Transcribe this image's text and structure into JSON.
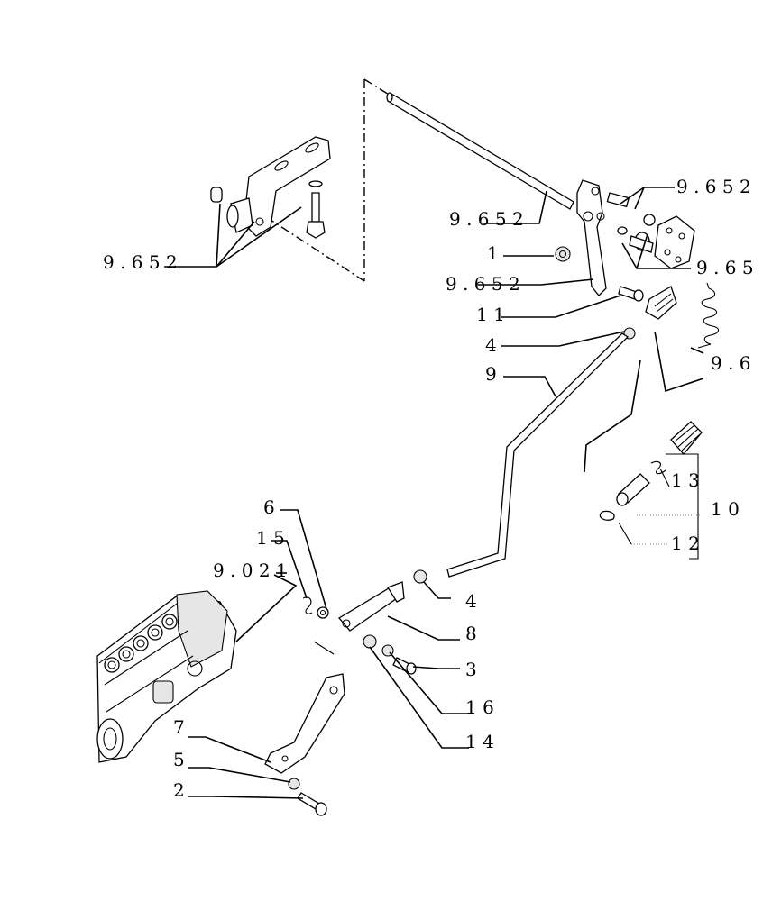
{
  "callouts": {
    "ref_9652_left": "9 . 6 5 2",
    "ref_9652_rod": "9 . 6 5 2",
    "ref_9652_top_right": "9 . 6 5 2",
    "ref_965_right": "9 . 6 5",
    "ref_9652_arm": "9 . 6 5 2",
    "ref_96_spring": "9 . 6",
    "ref_9021": "9 . 0 2 1",
    "p1": "1",
    "p11": "1 1",
    "p4_top": "4",
    "p9": "9",
    "p13": "1 3",
    "p10": "1 0",
    "p12": "1 2",
    "p6": "6",
    "p15": "1 5",
    "p4_mid": "4",
    "p8": "8",
    "p3": "3",
    "p16": "1 6",
    "p14": "1 4",
    "p7": "7",
    "p5": "5",
    "p2": "2"
  }
}
